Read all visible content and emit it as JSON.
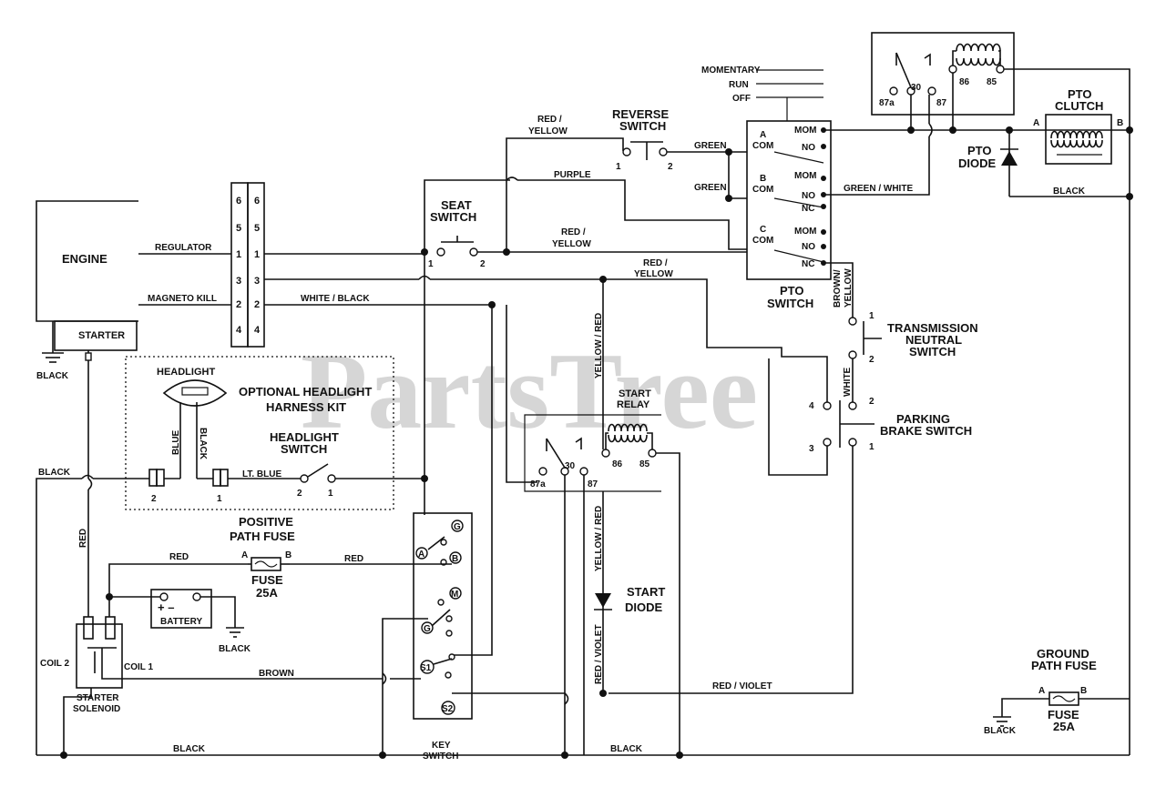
{
  "watermark": "PartsTree",
  "labels": {
    "engine": "ENGINE",
    "starter": "STARTER",
    "black": "BLACK",
    "regulator": "REGULATOR",
    "magneto_kill": "MAGNETO KILL",
    "connector_pins": [
      "6",
      "5",
      "1",
      "3",
      "2",
      "4"
    ],
    "headlight": "HEADLIGHT",
    "optional_kit_1": "OPTIONAL HEADLIGHT",
    "optional_kit_2": "HARNESS KIT",
    "headlight_switch_1": "HEADLIGHT",
    "headlight_switch_2": "SWITCH",
    "blue": "BLUE",
    "lt_blue": "LT. BLUE",
    "white_black": "WHITE / BLACK",
    "red_yellow_1": "RED /",
    "red_yellow_2": "YELLOW",
    "red": "RED",
    "purple": "PURPLE",
    "green": "GREEN",
    "green_white": "GREEN / WHITE",
    "brown": "BROWN",
    "brown_yellow_1": "BROWN/",
    "brown_yellow_2": "YELLOW",
    "white": "WHITE",
    "yellow_red": "YELLOW / RED",
    "red_violet": "RED / VIOLET",
    "seat_switch_1": "SEAT",
    "seat_switch_2": "SWITCH",
    "reverse_switch_1": "REVERSE",
    "reverse_switch_2": "SWITCH",
    "momentary": "MOMENTARY",
    "run": "RUN",
    "off": "OFF",
    "pto_switch_1": "PTO",
    "pto_switch_2": "SWITCH",
    "mom": "MOM",
    "no": "NO",
    "nc": "NC",
    "com": "COM",
    "a": "A",
    "b": "B",
    "c": "C",
    "pto_clutch_1": "PTO",
    "pto_clutch_2": "CLUTCH",
    "pto_diode_1": "PTO",
    "pto_diode_2": "DIODE",
    "transmission_1": "TRANSMISSION",
    "transmission_2": "NEUTRAL",
    "transmission_3": "SWITCH",
    "parking_1": "PARKING",
    "parking_2": "BRAKE SWITCH",
    "start_relay_1": "START",
    "start_relay_2": "RELAY",
    "start_diode_1": "START",
    "start_diode_2": "DIODE",
    "positive_fuse_1": "POSITIVE",
    "positive_fuse_2": "PATH FUSE",
    "fuse": "FUSE",
    "fuse_rating": "25A",
    "battery": "BATTERY",
    "coil_1": "COIL 1",
    "coil_2": "COIL 2",
    "starter_solenoid_1": "STARTER",
    "starter_solenoid_2": "SOLENOID",
    "key_switch_1": "KEY",
    "key_switch_2": "SWITCH",
    "ground_fuse_1": "GROUND",
    "ground_fuse_2": "PATH FUSE",
    "relay_pins": [
      "87a",
      "30",
      "87",
      "86",
      "85"
    ],
    "key_terminals": [
      "G",
      "A",
      "B",
      "M",
      "G",
      "S1",
      "S2"
    ],
    "switch_pins": [
      "1",
      "2",
      "3",
      "4"
    ]
  }
}
